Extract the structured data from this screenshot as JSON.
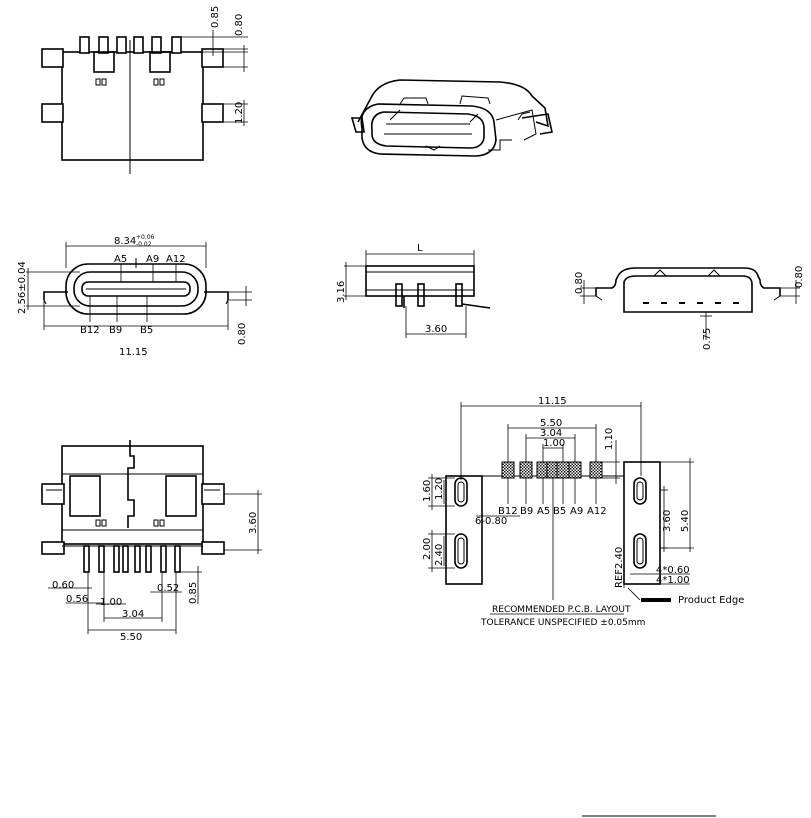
{
  "top_view": {
    "dim_top_tab": "0.85",
    "dim_tab_pitch": "0.80",
    "dim_side_pad": "1.20"
  },
  "front_view": {
    "dim_opening_width": "8.34",
    "dim_opening_tol_plus": "+0.06",
    "dim_opening_tol_minus": "-0.02",
    "dim_opening_height": "2.56±0.04",
    "dim_overall_width": "11.15",
    "dim_leg_height": "0.80",
    "pin_labels_top": [
      "A5",
      "A9",
      "A12"
    ],
    "pin_labels_bottom": [
      "B12",
      "B9",
      "B5"
    ]
  },
  "side_view": {
    "dim_length": "L",
    "dim_height": "3.16",
    "dim_offset": "3.60"
  },
  "rear_view": {
    "dim_left": "0.80",
    "dim_right": "0.80",
    "dim_bottom": "0.75"
  },
  "bottom_view": {
    "dim_pad_height": "3.60",
    "dim_pitch_060": "0.60",
    "dim_pitch_056": "0.56",
    "dim_pitch_100": "1.00",
    "dim_pitch_052": "0.52",
    "dim_width_304": "3.04",
    "dim_width_550": "5.50",
    "dim_tail": "0.85"
  },
  "pcb_layout": {
    "dim_total": "11.15",
    "dim_550": "5.50",
    "dim_304": "3.04",
    "dim_100": "1.00",
    "dim_pad_len": "1.10",
    "dim_slot1_outer": "1.60",
    "dim_slot1_inner": "1.20",
    "dim_slot2_outer": "2.00",
    "dim_slot2_inner": "2.40",
    "dim_pitch_080": "6-0.80",
    "dim_right_360": "3.60",
    "dim_right_540": "5.40",
    "dim_ref": "REF2.40",
    "dim_hole_060": "4*0.60",
    "dim_hole_100": "4*1.00",
    "pad_labels": [
      "B12",
      "B9",
      "A5",
      "B5",
      "A9",
      "A12"
    ],
    "note_title": "RECOMMENDED   P.C.B. LAYOUT",
    "note_tolerance": "TOLERANCE  UNSPECIFIED  ±0.05mm",
    "edge_label": "Product Edge"
  }
}
